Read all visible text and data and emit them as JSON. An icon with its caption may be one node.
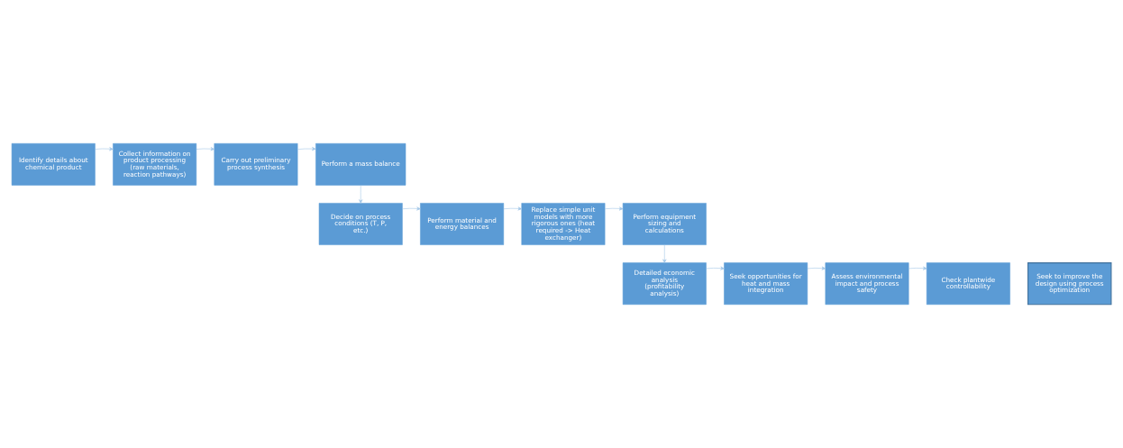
{
  "diagram": {
    "nodes": [
      {
        "text": [
          "Identify details about chemical product"
        ]
      },
      {
        "text": [
          "Collect information on product processing (raw materials, reaction pathways)"
        ]
      },
      {
        "text": [
          "Carry out preliminary process synthesis"
        ]
      },
      {
        "text": [
          "Perform a mass balance"
        ]
      },
      {
        "text": [
          "Decide on process conditions (T, P, etc.)"
        ]
      },
      {
        "text": [
          "Perform material and energy balances"
        ]
      },
      {
        "text": [
          "Replace simple unit models with more rigorous ones (heat required -> Heat exchanger)"
        ]
      },
      {
        "text": [
          "Perform equipment sizing and calculations"
        ]
      },
      {
        "text": [
          "Detailed economic analysis (profitability analysis)"
        ]
      },
      {
        "text": [
          "Seek opportunities for heat and mass integration"
        ]
      },
      {
        "text": [
          "Assess environmental impact and process safety"
        ]
      },
      {
        "text": [
          "Check plantwide controllability"
        ]
      },
      {
        "text": [
          "Seek to improve the design using process optimization"
        ]
      }
    ],
    "edges": [
      {
        "from": 0,
        "to": 1,
        "arrow": "to"
      },
      {
        "from": 1,
        "to": 2,
        "arrow": "to"
      },
      {
        "from": 2,
        "to": 3,
        "arrow": "to"
      },
      {
        "from": 3,
        "to": 4,
        "arrow": "to"
      },
      {
        "from": 4,
        "to": 5,
        "arrow": "to"
      },
      {
        "from": 5,
        "to": 6,
        "arrow": "to"
      },
      {
        "from": 6,
        "to": 7,
        "arrow": "to"
      },
      {
        "from": 7,
        "to": 8,
        "arrow": "to"
      },
      {
        "from": 8,
        "to": 9,
        "arrow": "to"
      },
      {
        "from": 9,
        "to": 10,
        "arrow": "to"
      },
      {
        "from": 10,
        "to": 11,
        "arrow": "to"
      }
    ]
  }
}
